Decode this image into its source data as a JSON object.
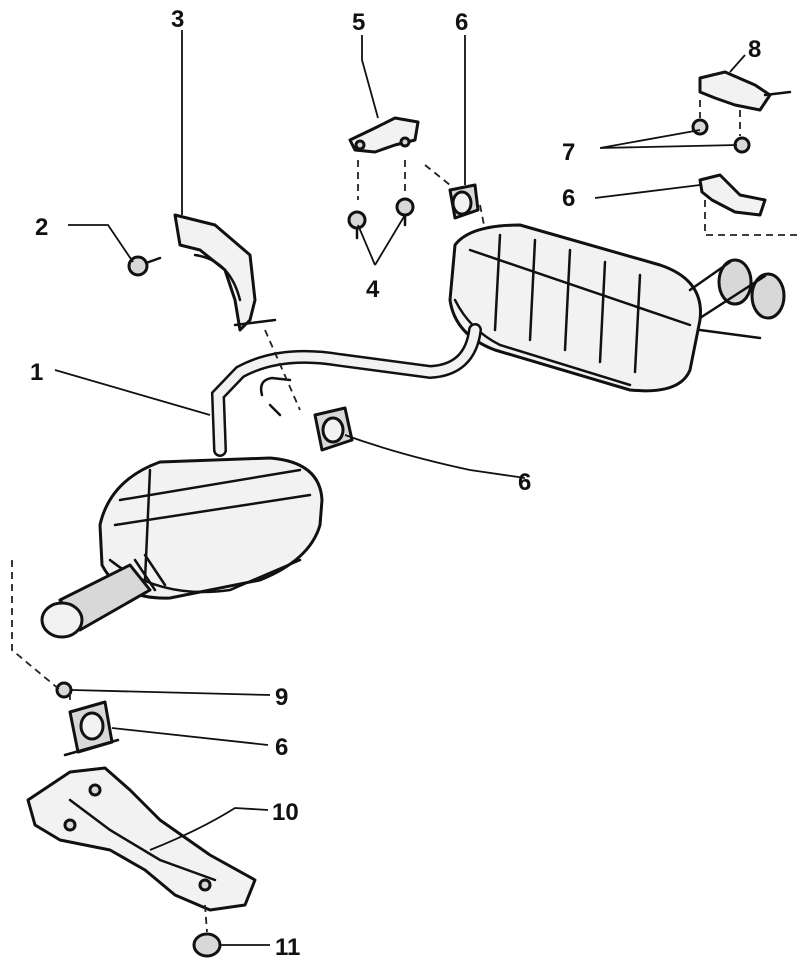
{
  "callouts": {
    "c1": "1",
    "c2": "2",
    "c3": "3",
    "c4": "4",
    "c5": "5",
    "c6_top": "6",
    "c6_right": "6",
    "c6_mid": "6",
    "c6_bottom": "6",
    "c7": "7",
    "c8": "8",
    "c9": "9",
    "c10": "10",
    "c11": "11"
  }
}
